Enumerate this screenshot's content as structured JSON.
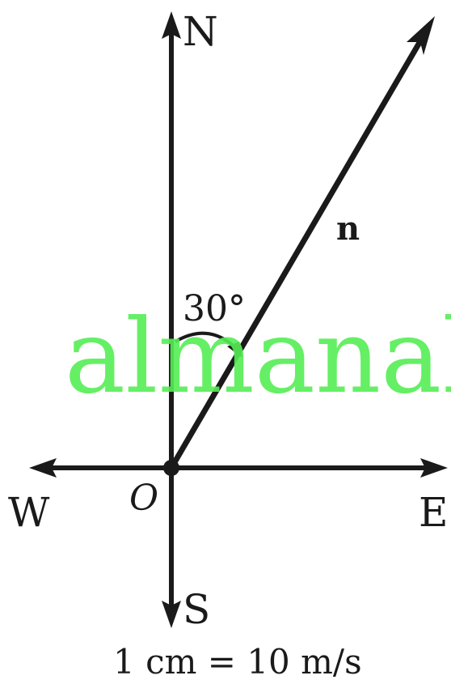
{
  "labels": {
    "north": "N",
    "south": "S",
    "east": "E",
    "west": "W",
    "origin": "O",
    "vector": "n",
    "angle": "30°"
  },
  "scale_note": "1 cm = 10 m/s",
  "watermark": {
    "text": "almanahj",
    "color": "#55ee55"
  },
  "colors": {
    "ink": "#1a1a1a",
    "background": "#ffffff"
  }
}
